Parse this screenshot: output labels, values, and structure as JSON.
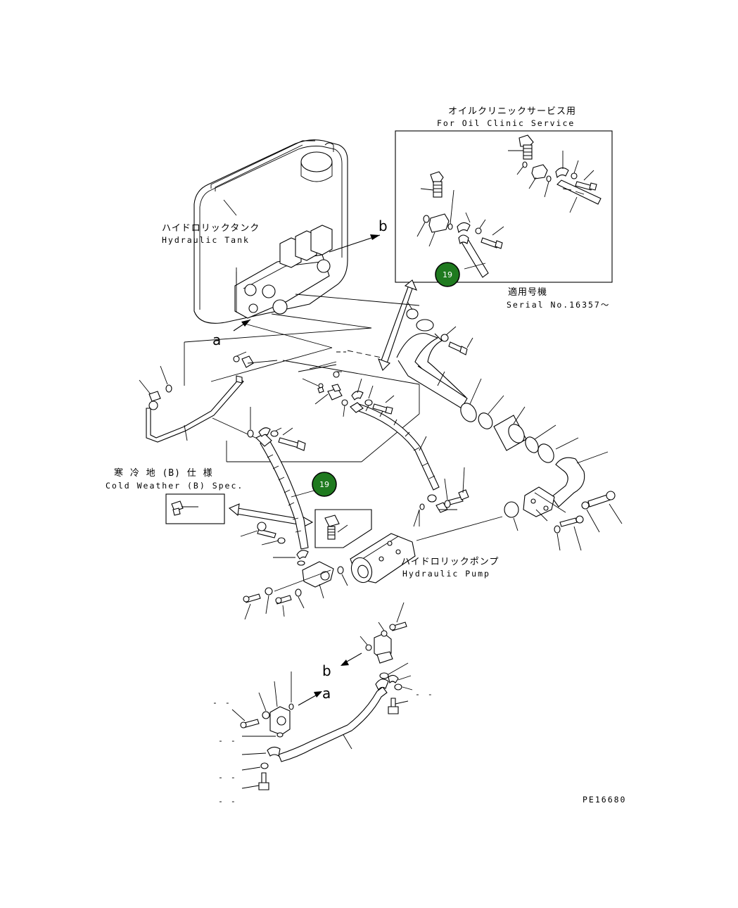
{
  "labels": {
    "oil_clinic_jp": "オイルクリニックサービス用",
    "oil_clinic_en": "For Oil Clinic Service",
    "serial_jp": "適用号機",
    "serial_en": "Serial No.16357〜",
    "tank_jp": "ハイドロリックタンク",
    "tank_en": "Hydraulic Tank",
    "cold_jp": "寒 冷 地 (B) 仕 様",
    "cold_en": "Cold Weather (B) Spec.",
    "pump_jp": "ハイドロリックポンプ",
    "pump_en": "Hydraulic Pump",
    "drawing_no": "PE16680",
    "view_a": "a",
    "view_b": "b",
    "view_a_lower": "a",
    "view_b_lower": "b",
    "dash": "- -"
  },
  "markers": [
    {
      "name": "ref-marker-19-upper",
      "label": "19",
      "color": "#1f7a1f"
    },
    {
      "name": "ref-marker-19-lower",
      "label": "19",
      "color": "#1f7a1f"
    }
  ]
}
